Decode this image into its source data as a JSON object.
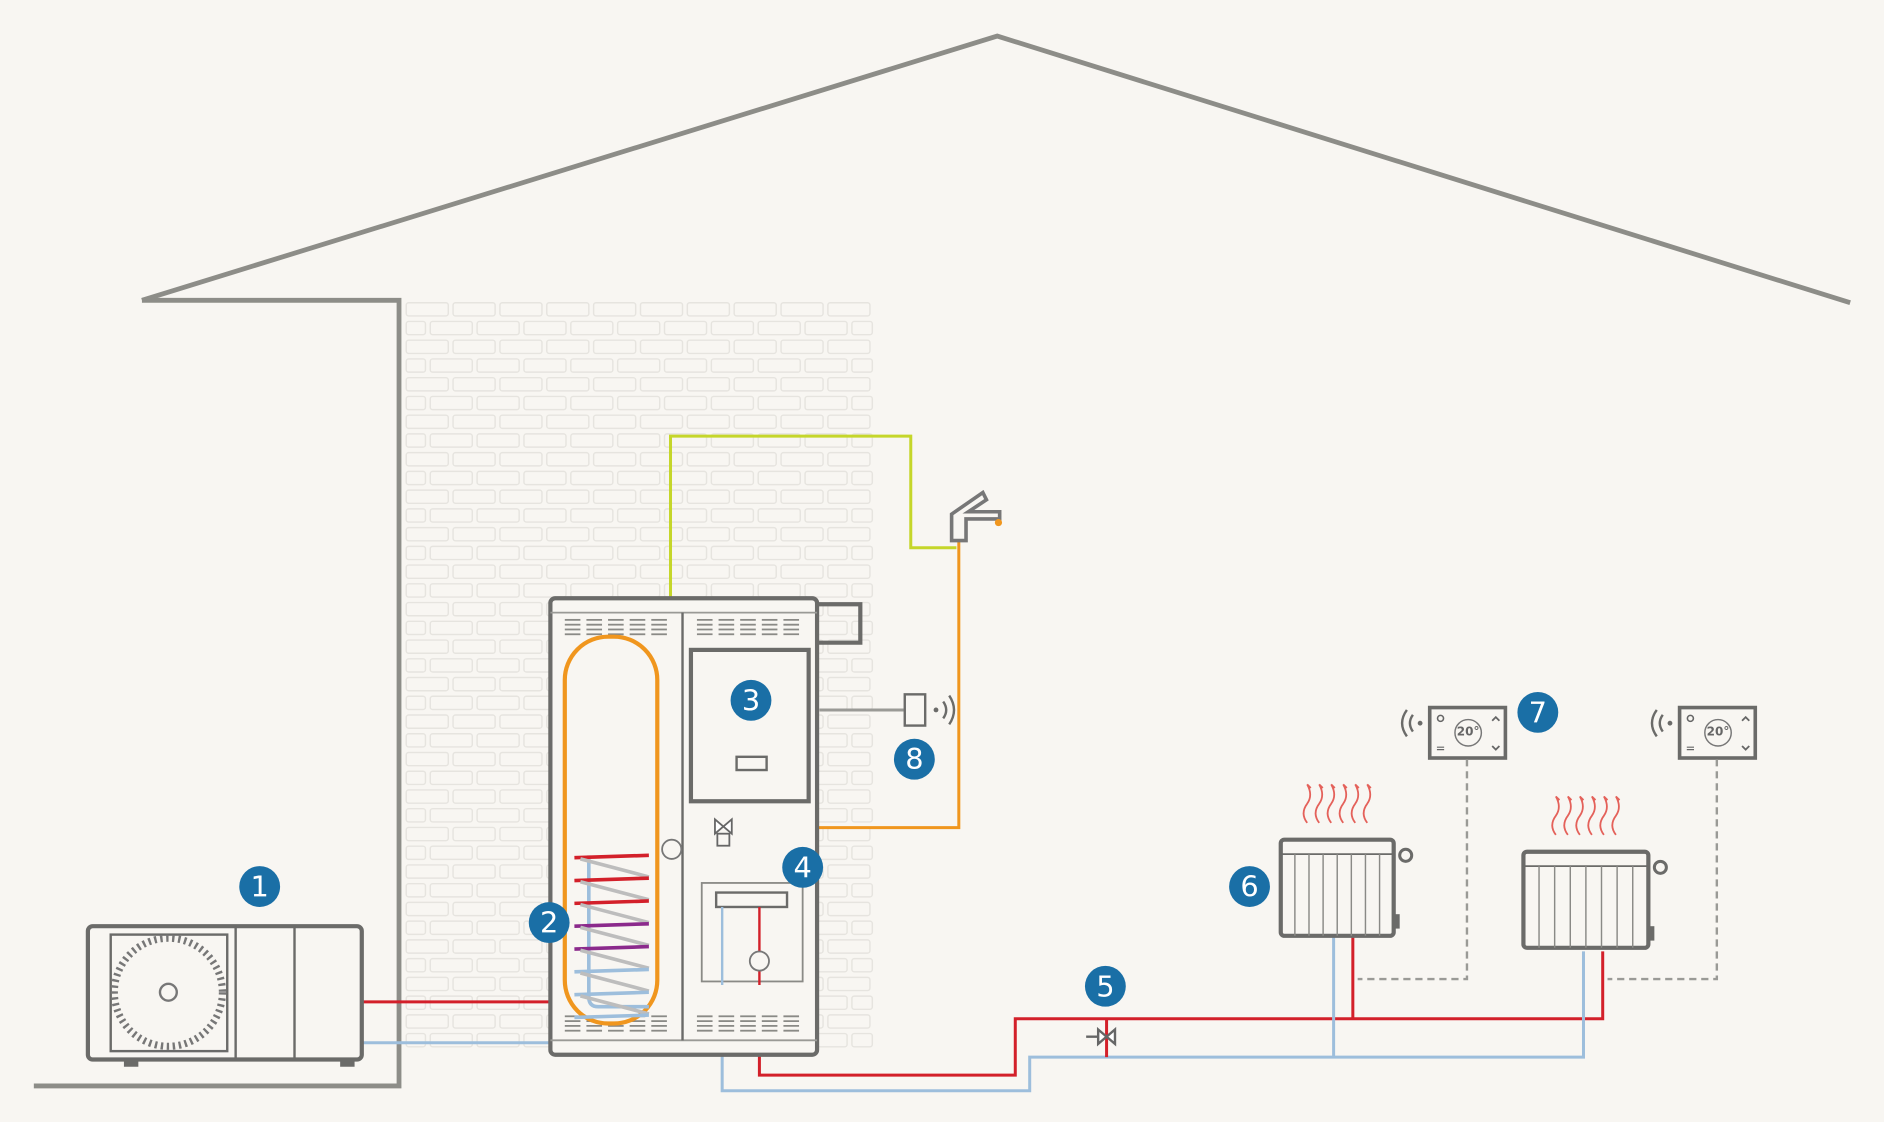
{
  "badges": {
    "b1": "1",
    "b2": "2",
    "b3": "3",
    "b4": "4",
    "b5": "5",
    "b6": "6",
    "b7": "7",
    "b8": "8"
  },
  "thermostat": {
    "display": "20°"
  },
  "colors": {
    "background": "#f8f6f2",
    "house_outline": "#8d8d88",
    "unit_outline": "#6b6b69",
    "badge": "#1a6fa6",
    "hot_pipe": "#d3202a",
    "cold_pipe": "#9dbedc",
    "dhw_pipe": "#f0961e",
    "cold_water_pipe": "#c5d62a",
    "heat_wave": "#e0473f",
    "brick": "#e6e4df"
  },
  "icons": [
    "outdoor-heat-pump-fan",
    "hot-water-tank-coil",
    "controller-box",
    "hydraulic-module",
    "valve",
    "radiator",
    "wireless-thermostat",
    "wireless-gateway",
    "faucet",
    "pump"
  ]
}
